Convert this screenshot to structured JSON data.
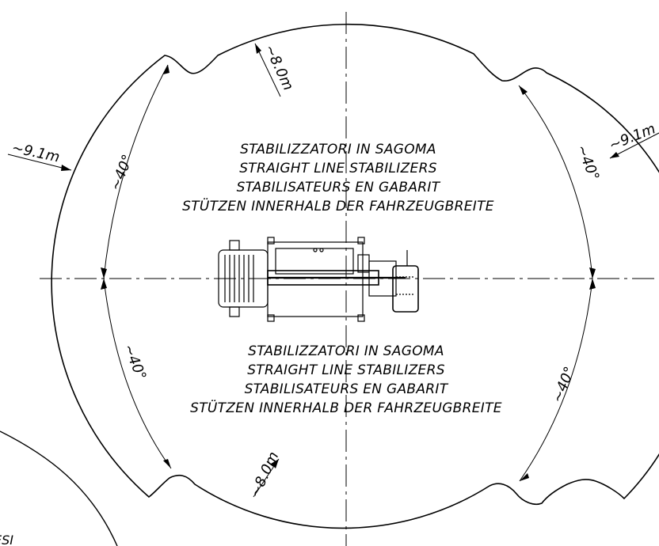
{
  "upper_block": {
    "line1": "STABILIZZATORI IN SAGOMA",
    "line2": "STRAIGHT LINE STABILIZERS",
    "line3": "STABILISATEURS EN GABARIT",
    "line4": "STÜTZEN INNERHALB DER FAHRZEUGBREITE"
  },
  "lower_block": {
    "line1": "STABILIZZATORI IN SAGOMA",
    "line2": "STRAIGHT LINE STABILIZERS",
    "line3": "STABILISATEURS EN GABARIT",
    "line4": "STÜTZEN INNERHALB DER FAHRZEUGBREITE"
  },
  "dimensions": {
    "radius_top": "~8.0m",
    "radius_bottom": "~8.0m",
    "radius_left": "~9.1m",
    "radius_right": "~9.1m",
    "angle_upper_left": "~40°",
    "angle_upper_right": "~40°",
    "angle_lower_left": "~40°",
    "angle_lower_right": "~40°"
  },
  "corner_text": "ESI"
}
